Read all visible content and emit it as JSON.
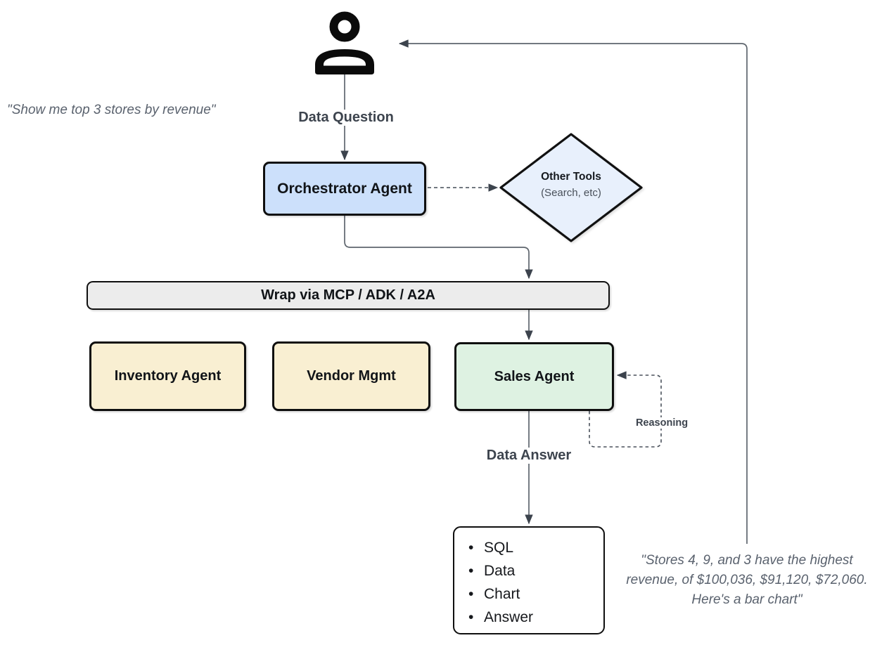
{
  "quotes": {
    "user_quote": "\"Show me top 3 stores by revenue\"",
    "answer_quote_lines": [
      "\"Stores 4, 9, and 3 have the highest",
      "revenue, of $100,036, $91,120, $72,060.",
      "Here's a bar chart\""
    ]
  },
  "labels": {
    "data_question": "Data Question",
    "data_answer": "Data Answer",
    "reasoning": "Reasoning"
  },
  "nodes": {
    "orchestrator": {
      "label": "Orchestrator Agent",
      "fill": "#cce0fb"
    },
    "other_tools": {
      "title": "Other Tools",
      "subtitle": "(Search, etc)",
      "fill": "#e8f0fc"
    },
    "wrap_bar": {
      "label": "Wrap via MCP / ADK / A2A",
      "fill": "#ececec"
    },
    "inventory": {
      "label": "Inventory Agent",
      "fill": "#f9efd2"
    },
    "vendor": {
      "label": "Vendor Mgmt",
      "fill": "#f9efd2"
    },
    "sales": {
      "label": "Sales Agent",
      "fill": "#def2e2"
    },
    "output": {
      "items": [
        "SQL",
        "Data",
        "Chart",
        "Answer"
      ]
    }
  },
  "icons": {
    "person": "person-icon"
  },
  "colors": {
    "connector_line": "#5f666e",
    "arrowhead": "#3c434d",
    "node_border": "#0f0f0f",
    "label_text": "#3d444e",
    "quote_text": "#5a626e"
  }
}
